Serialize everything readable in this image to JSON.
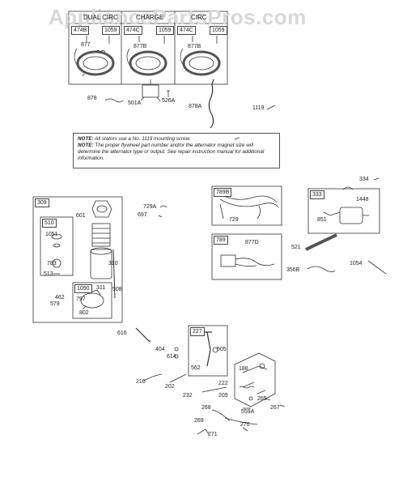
{
  "watermark": "AppliancePartsPros.com",
  "stator_groups": [
    {
      "header": "DUAL CIRC",
      "tag_a": "474B",
      "tag_b": "1059",
      "part": "877"
    },
    {
      "header": "CHARGE",
      "tag_a": "474C",
      "tag_b": "1059",
      "part": "877B"
    },
    {
      "header": "CIRC",
      "tag_a": "474C",
      "tag_b": "1059",
      "part": "877B"
    }
  ],
  "notes": {
    "note1_label": "NOTE:",
    "note1_text": "All stators use a No. 1119 mounting screw.",
    "note2_label": "NOTE:",
    "note2_text": "The proper flywheel part number and/or the alternator magnet size will determine the alternator type or output. See repair instruction manual for additional information."
  },
  "labels": {
    "p878": "878",
    "p501A": "501A",
    "p526A": "526A",
    "p878A": "878A",
    "p1119": "1119",
    "p334": "334",
    "p309": "309",
    "p729A": "729A",
    "p697": "697",
    "p789B": "789B",
    "p729": "729",
    "p333": "333",
    "p1448": "1448",
    "p851": "851",
    "p789": "789",
    "p877D": "877D",
    "p521": "521",
    "p356B": "356B",
    "p1054": "1054",
    "p510": "510",
    "p601": "601",
    "p1051": "1051",
    "p783": "783",
    "p513": "513",
    "p310": "310",
    "p1090": "1090",
    "p311": "311",
    "p797": "797",
    "p802": "802",
    "p462": "462",
    "p579": "579",
    "p508": "508",
    "p616": "616",
    "p404": "404",
    "p614": "614",
    "p227": "227",
    "p505": "505",
    "p562": "562",
    "p188": "188",
    "p216": "216",
    "p202": "202",
    "p232": "232",
    "p222": "222",
    "p209": "209",
    "p265": "265",
    "p268": "268",
    "p559A": "559A",
    "p267": "267",
    "p269": "269",
    "p270": "270",
    "p271": "271"
  }
}
